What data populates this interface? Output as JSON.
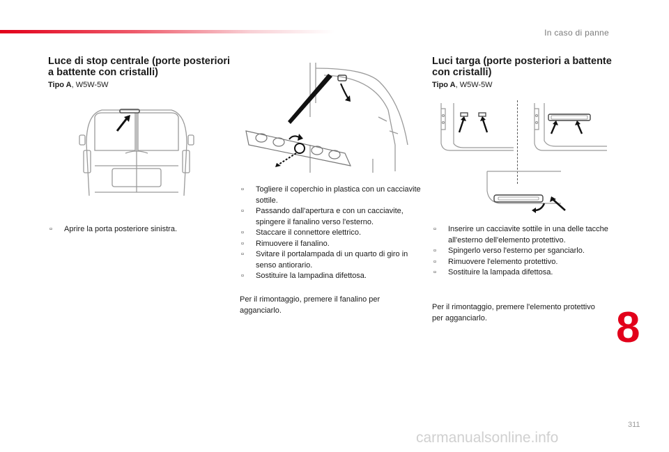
{
  "header": {
    "section": "In caso di panne",
    "chapter": "8",
    "page_number": "311"
  },
  "watermark": "carmanualsonline.info",
  "left": {
    "title": "Luce di stop centrale (porte posteriori a battente con cristalli)",
    "type_label": "Tipo A",
    "type_value": ", W5W-5W",
    "steps": [
      "Aprire la porta posteriore sinistra."
    ]
  },
  "middle": {
    "steps": [
      "Togliere il coperchio in plastica con un cacciavite sottile.",
      "Passando dall'apertura e con un cacciavite, spingere il fanalino verso l'esterno.",
      "Staccare il connettore elettrico.",
      "Rimuovere il fanalino.",
      "Svitare il portalampada di un quarto di giro in senso antiorario.",
      "Sostituire la lampadina difettosa."
    ],
    "note": "Per il rimontaggio, premere il fanalino per agganciarlo."
  },
  "right": {
    "title": "Luci targa (porte posteriori a battente con cristalli)",
    "type_label": "Tipo A",
    "type_value": ", W5W-5W",
    "steps": [
      "Inserire un cacciavite sottile in una delle tacche all'esterno dell'elemento protettivo.",
      "Spingerlo verso l'esterno per sganciarlo.",
      "Rimuovere l'elemento protettivo.",
      "Sostituire la lampada difettosa."
    ],
    "note": "Per il rimontaggio, premere l'elemento protettivo per agganciarlo."
  },
  "colors": {
    "accent": "#e2001a",
    "text": "#1a1a1a",
    "muted": "#7a7a7a"
  }
}
